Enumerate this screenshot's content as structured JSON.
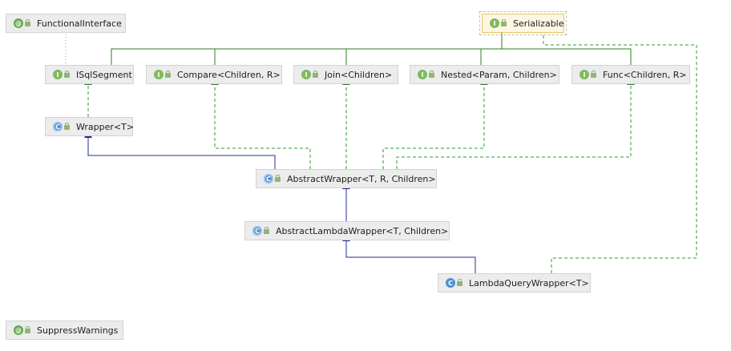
{
  "diagram": {
    "nodes": {
      "functional_interface": {
        "label": "FunctionalInterface",
        "kind": "annotation",
        "icon": "annotation-icon",
        "glyph": "@"
      },
      "serializable": {
        "label": "Serializable",
        "kind": "interface",
        "icon": "interface-icon",
        "glyph": "I"
      },
      "isqlsegment": {
        "label": "ISqlSegment",
        "kind": "interface",
        "icon": "interface-icon",
        "glyph": "I"
      },
      "compare": {
        "label": "Compare<Children, R>",
        "kind": "interface",
        "icon": "interface-icon",
        "glyph": "I"
      },
      "join": {
        "label": "Join<Children>",
        "kind": "interface",
        "icon": "interface-icon",
        "glyph": "I"
      },
      "nested": {
        "label": "Nested<Param, Children>",
        "kind": "interface",
        "icon": "interface-icon",
        "glyph": "I"
      },
      "func": {
        "label": "Func<Children, R>",
        "kind": "interface",
        "icon": "interface-icon",
        "glyph": "I"
      },
      "wrapper": {
        "label": "Wrapper<T>",
        "kind": "abstract-class",
        "icon": "abstract-class-icon",
        "glyph": "C"
      },
      "abstract_wrapper": {
        "label": "AbstractWrapper<T, R, Children>",
        "kind": "abstract-class",
        "icon": "abstract-class-icon",
        "glyph": "C"
      },
      "abstract_lambda_wrapper": {
        "label": "AbstractLambdaWrapper<T, Children>",
        "kind": "abstract-class",
        "icon": "abstract-class-icon",
        "glyph": "C"
      },
      "lambda_query_wrapper": {
        "label": "LambdaQueryWrapper<T>",
        "kind": "class",
        "icon": "class-icon",
        "glyph": "C"
      },
      "suppress_warnings": {
        "label": "SuppressWarnings",
        "kind": "annotation",
        "icon": "annotation-icon",
        "glyph": "@"
      }
    },
    "relations": [
      {
        "from": "compare",
        "to": "serializable",
        "type": "interface-extends"
      },
      {
        "from": "join",
        "to": "serializable",
        "type": "interface-extends"
      },
      {
        "from": "nested",
        "to": "serializable",
        "type": "interface-extends"
      },
      {
        "from": "func",
        "to": "serializable",
        "type": "interface-extends"
      },
      {
        "from": "isqlsegment",
        "to": "serializable",
        "type": "interface-extends"
      },
      {
        "from": "isqlsegment",
        "to": "functional_interface",
        "type": "annotated-with"
      },
      {
        "from": "wrapper",
        "to": "isqlsegment",
        "type": "implements"
      },
      {
        "from": "abstract_wrapper",
        "to": "wrapper",
        "type": "extends"
      },
      {
        "from": "abstract_wrapper",
        "to": "compare",
        "type": "implements"
      },
      {
        "from": "abstract_wrapper",
        "to": "join",
        "type": "implements"
      },
      {
        "from": "abstract_wrapper",
        "to": "nested",
        "type": "implements"
      },
      {
        "from": "abstract_wrapper",
        "to": "func",
        "type": "implements"
      },
      {
        "from": "abstract_lambda_wrapper",
        "to": "abstract_wrapper",
        "type": "extends"
      },
      {
        "from": "lambda_query_wrapper",
        "to": "abstract_lambda_wrapper",
        "type": "extends"
      },
      {
        "from": "lambda_query_wrapper",
        "to": "serializable",
        "type": "implements"
      }
    ],
    "colors": {
      "interface_extends": "#2e7d1e",
      "class_extends": "#1f2d8c",
      "implements": "#2e9c2e",
      "annotation_link": "#c8a060",
      "node_fill": "#ececec",
      "selected_fill": "#fdf6e3"
    }
  }
}
